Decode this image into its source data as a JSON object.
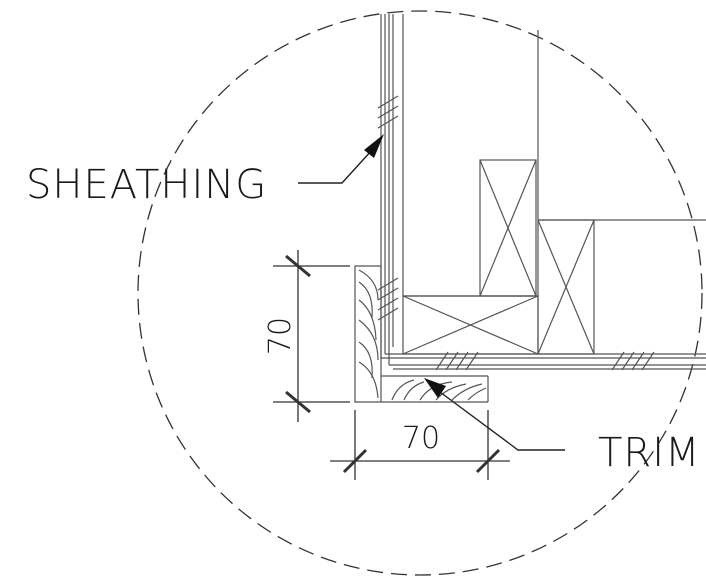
{
  "labels": {
    "sheathing": "SHEATHING",
    "trim": "TRIM"
  },
  "dimensions": {
    "vertical": "70",
    "horizontal": "70"
  },
  "colors": {
    "line": "#222222",
    "detail": "#555555",
    "background": "#ffffff"
  }
}
